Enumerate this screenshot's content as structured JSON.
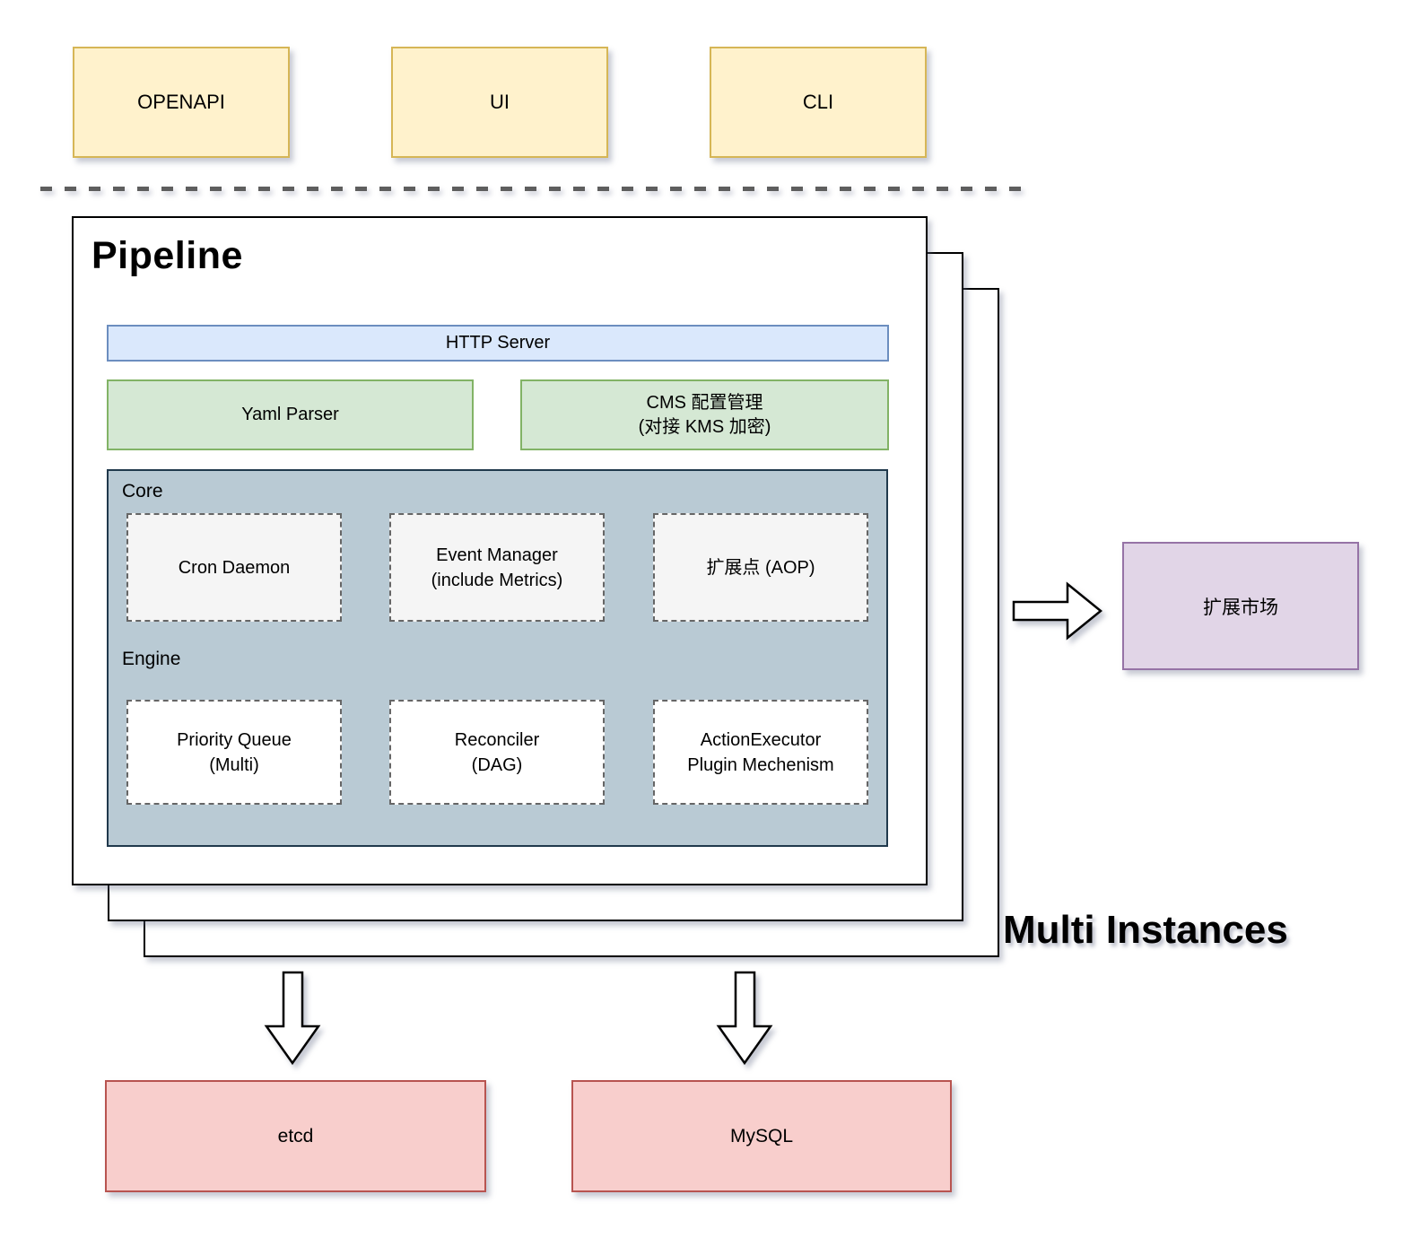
{
  "colors": {
    "client_fill": "#FFF2CC",
    "client_border": "#D6B656",
    "http_fill": "#DAE8FC",
    "http_border": "#6C8EBF",
    "green_fill": "#D5E8D4",
    "green_border": "#82B366",
    "core_fill": "#B9CAD4",
    "core_border": "#20394C",
    "module_fill_core": "#F5F5F5",
    "module_fill_engine": "#FFFFFF",
    "market_fill": "#E1D5E7",
    "market_border": "#9673A6",
    "db_fill": "#F8CECC",
    "db_border": "#B85450"
  },
  "clients": {
    "items": [
      {
        "label": "OPENAPI"
      },
      {
        "label": "UI"
      },
      {
        "label": "CLI"
      }
    ]
  },
  "pipeline": {
    "title": "Pipeline",
    "http_server_label": "HTTP Server",
    "yaml_parser_label": "Yaml Parser",
    "cms_label": "CMS 配置管理\n(对接 KMS 加密)",
    "core": {
      "label": "Core",
      "modules": [
        "Cron Daemon",
        "Event Manager\n(include Metrics)",
        "扩展点 (AOP)"
      ]
    },
    "engine": {
      "label": "Engine",
      "modules": [
        "Priority Queue\n(Multi)",
        "Reconciler\n(DAG)",
        "ActionExecutor\nPlugin Mechenism"
      ]
    }
  },
  "marketplace": {
    "label": "扩展市场"
  },
  "stack_label": "Multi Instances",
  "datastores": {
    "items": [
      {
        "label": "etcd"
      },
      {
        "label": "MySQL"
      }
    ]
  }
}
